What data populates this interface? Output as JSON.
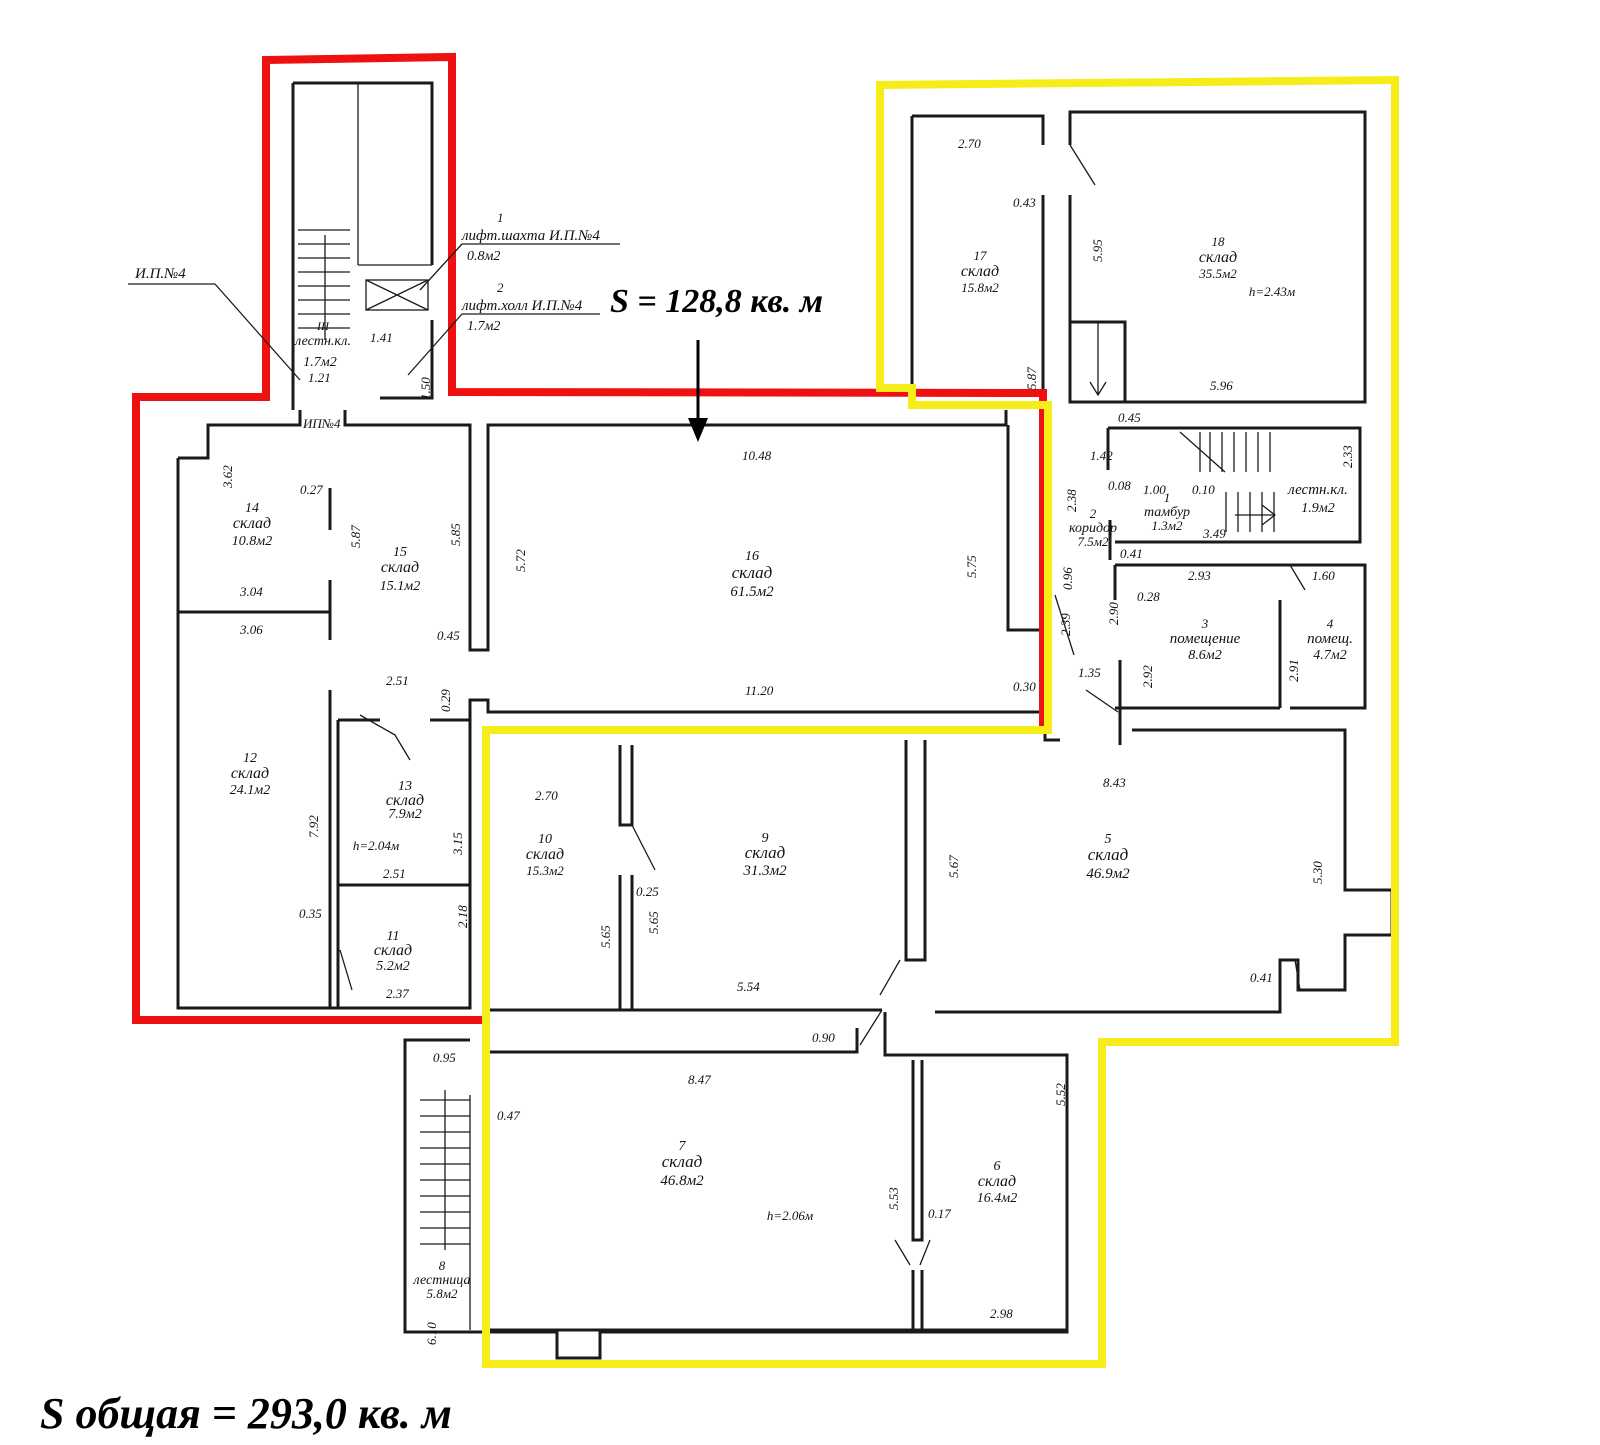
{
  "area_partial": "S = 128,8 кв. м",
  "area_total": "S общая = 293,0 кв. м",
  "colors": {
    "red_zone": "#ee1111",
    "yellow_zone": "#f5ec1a",
    "walls": "#1a1a1a"
  },
  "annotations": {
    "ip4": "И.П.№4",
    "ip4_short": "ИП№4",
    "lift_shaft_num": "1",
    "lift_shaft": "лифт.шахта И.П.№4",
    "lift_shaft_area": "0.8м2",
    "lift_hall_num": "2",
    "lift_hall": "лифт.холл И.П.№4",
    "lift_hall_area": "1.7м2"
  },
  "rooms": {
    "r1": {
      "num": "1",
      "name": "тамбур",
      "area": "1.3м2"
    },
    "r2": {
      "num": "2",
      "name": "коридор",
      "area": "7.5м2"
    },
    "r3": {
      "num": "3",
      "name": "помещение",
      "area": "8.6м2"
    },
    "r4": {
      "num": "4",
      "name": "помещ.",
      "area": "4.7м2"
    },
    "r5": {
      "num": "5",
      "name": "склад",
      "area": "46.9м2"
    },
    "r6": {
      "num": "6",
      "name": "склад",
      "area": "16.4м2"
    },
    "r7": {
      "num": "7",
      "name": "склад",
      "area": "46.8м2",
      "height": "h=2.06м"
    },
    "r8": {
      "num": "8",
      "name": "лестница",
      "area": "5.8м2"
    },
    "r9": {
      "num": "9",
      "name": "склад",
      "area": "31.3м2"
    },
    "r10": {
      "num": "10",
      "name": "склад",
      "area": "15.3м2"
    },
    "r11": {
      "num": "11",
      "name": "склад",
      "area": "5.2м2"
    },
    "r12": {
      "num": "12",
      "name": "склад",
      "area": "24.1м2"
    },
    "r13": {
      "num": "13",
      "name": "склад",
      "area": "7.9м2",
      "height": "h=2.04м"
    },
    "r14": {
      "num": "14",
      "name": "склад",
      "area": "10.8м2"
    },
    "r15": {
      "num": "15",
      "name": "склад",
      "area": "15.1м2"
    },
    "r16": {
      "num": "16",
      "name": "склад",
      "area": "61.5м2"
    },
    "r17": {
      "num": "17",
      "name": "склад",
      "area": "15.8м2"
    },
    "r18": {
      "num": "18",
      "name": "склад",
      "area": "35.5м2",
      "height": "h=2.43м"
    },
    "stair_left": {
      "num": "III",
      "name": "лестн.кл.",
      "area": "1.7м2"
    },
    "stair_right": {
      "name": "лестн.кл.",
      "area": "1.9м2"
    }
  },
  "dimensions": {
    "d_270_top": "2.70",
    "d_043": "0.43",
    "d_595": "5.95",
    "d_587_r": "5.87",
    "d_596": "5.96",
    "d_045_r": "0.45",
    "d_142": "1.42",
    "d_233": "2.33",
    "d_008": "0.08",
    "d_100": "1.00",
    "d_010": "0.10",
    "d_349": "3.49",
    "d_238": "2.38",
    "d_041": "0.41",
    "d_293": "2.93",
    "d_160": "1.60",
    "d_028": "0.28",
    "d_096": "0.96",
    "d_290": "2.90",
    "d_239": "2.39",
    "d_291": "2.91",
    "d_135": "1.35",
    "d_292": "2.92",
    "d_1048": "10.48",
    "d_572": "5.72",
    "d_575": "5.75",
    "d_1120": "11.20",
    "d_030": "0.30",
    "d_362": "3.62",
    "d_027": "0.27",
    "d_587_l": "5.87",
    "d_585": "5.85",
    "d_304": "3.04",
    "d_306": "3.06",
    "d_045_l": "0.45",
    "d_251_a": "2.51",
    "d_029": "0.29",
    "d_792": "7.92",
    "d_315": "3.15",
    "d_251_b": "2.51",
    "d_035": "0.35",
    "d_218": "2.18",
    "d_237": "2.37",
    "d_270_mid": "2.70",
    "d_025": "0.25",
    "d_565_a": "5.65",
    "d_565_b": "5.65",
    "d_554": "5.54",
    "d_567": "5.67",
    "d_843": "8.43",
    "d_530": "5.30",
    "d_041_b": "0.41",
    "d_090": "0.90",
    "d_095": "0.95",
    "d_047": "0.47",
    "d_847": "8.47",
    "d_552": "5.52",
    "d_553": "5.53",
    "d_017": "0.17",
    "d_298": "2.98",
    "d_610": "6.10",
    "d_141": "1.41",
    "d_121": "1.21",
    "d_150": "1.50"
  }
}
